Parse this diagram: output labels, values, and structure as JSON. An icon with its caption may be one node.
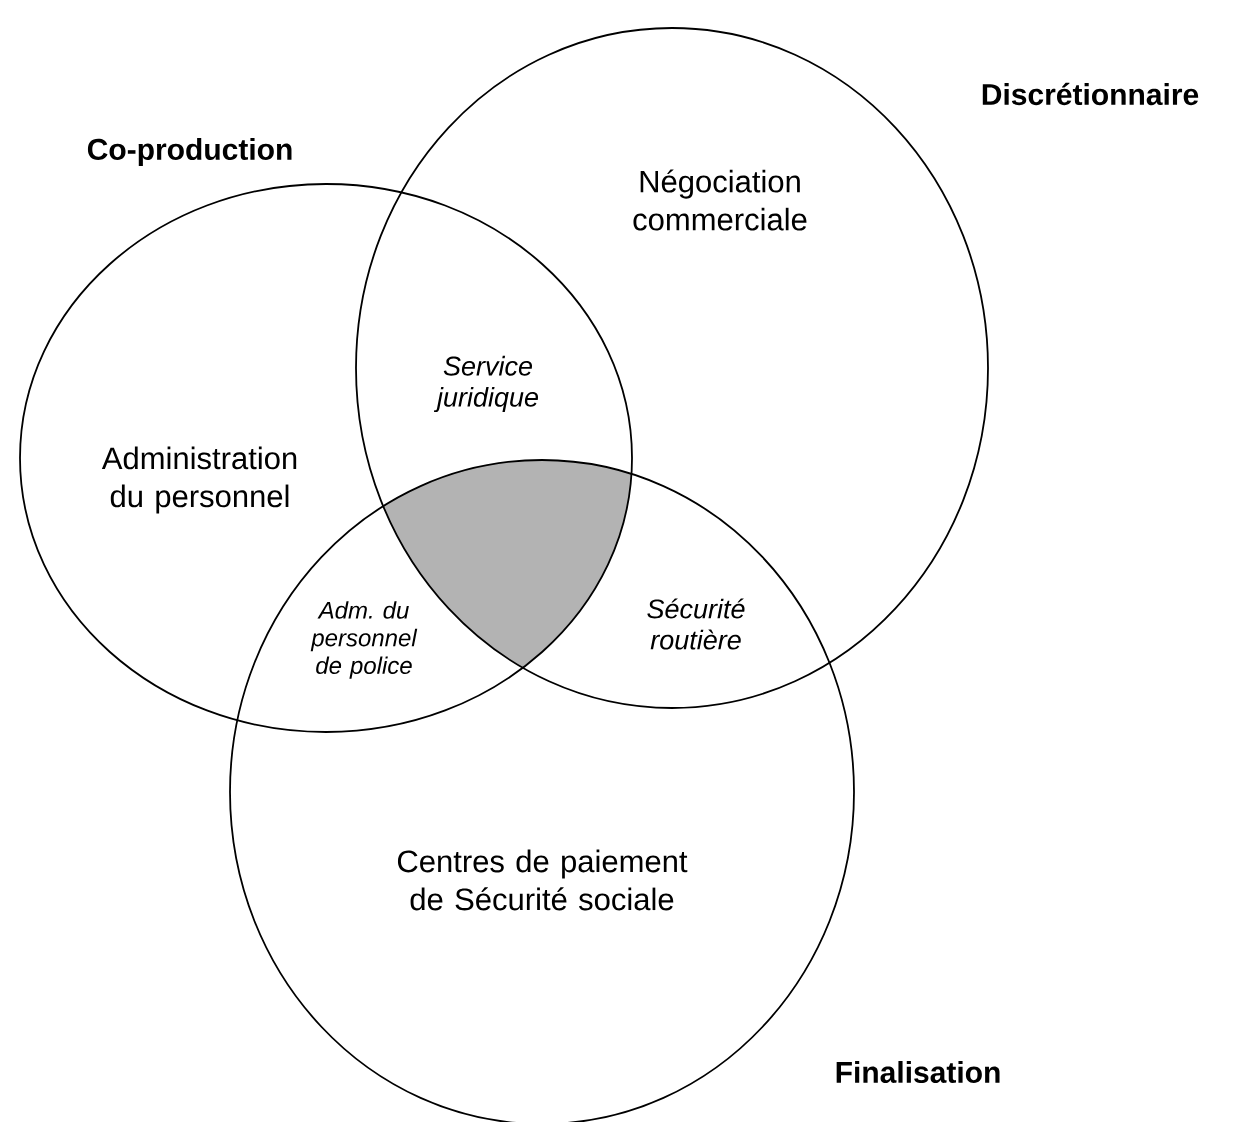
{
  "diagram": {
    "nodes": [
      {
        "text": [
          "Co-production",
          "Administration du personnel"
        ]
      },
      {
        "text": [
          "Discrétionnaire",
          "Négociation commerciale"
        ]
      },
      {
        "text": [
          "Finalisation",
          "Centres de paiement de Sécurité sociale"
        ]
      },
      {
        "text": [],
        "shape": "region"
      }
    ],
    "labels": [
      "Service juridique",
      "Adm. du personnel de police",
      "Sécurité routière"
    ]
  }
}
